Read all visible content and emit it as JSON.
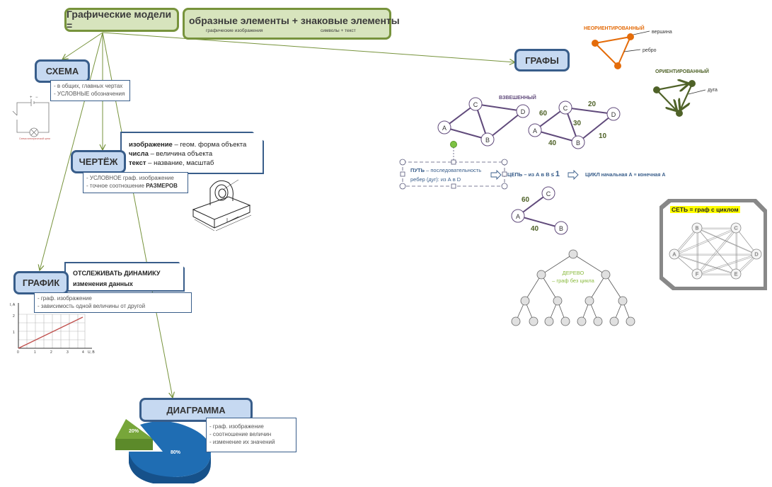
{
  "header": {
    "title": "Графические модели =",
    "formula": "образные элементы + знаковые элементы",
    "formula_sub_left": "графические изображения",
    "formula_sub_right": "символы + текст"
  },
  "nodes": {
    "schema": {
      "title": "СХЕМА",
      "notes": [
        "- в общих, главных чертах",
        "- УСЛОВНЫЕ обозначения"
      ],
      "image_caption": "Схема электрической цепи"
    },
    "drawing": {
      "title": "ЧЕРТЁЖ",
      "callout": [
        {
          "bold": "изображение",
          "rest": " – геом. форма объекта"
        },
        {
          "bold": "числа",
          "rest": " – величина объекта"
        },
        {
          "bold": "текст",
          "rest": " – название, масштаб"
        }
      ],
      "notes": [
        "- УСЛОВНОЕ граф. изображение",
        "- точное соотношение "
      ],
      "notes_bold": "РАЗМЕРОВ"
    },
    "graph_plot": {
      "title": "ГРАФИК",
      "callout": [
        "ОТСЛЕЖИВАТЬ ДИНАМИКУ",
        "изменения данных"
      ],
      "notes": [
        "- граф. изображение",
        "- зависимость одной величины от другой"
      ],
      "axis_y": "I, A",
      "axis_x": "U, B",
      "x_ticks": [
        "0",
        "1",
        "2",
        "3",
        "4"
      ],
      "y_ticks": [
        "1",
        "2"
      ]
    },
    "chart": {
      "title": "ДИАГРАММА",
      "notes": [
        "- граф. изображение",
        "- соотношение величин",
        "- изменение их значений"
      ],
      "slices": [
        {
          "label": "20%",
          "value": 20,
          "color": "#77a63a"
        },
        {
          "label": "80%",
          "value": 80,
          "color": "#1f6db3"
        }
      ]
    },
    "graphs": {
      "title": "ГРАФЫ",
      "undirected_label": "НЕОРИЕНТИРОВАННЫЙ",
      "vertex_label": "вершина",
      "edge_label": "ребро",
      "directed_label": "ОРИЕНТИРОВАННЫЙ",
      "arc_label": "дуга",
      "weighted_label": "ВЗВЕШЕННЫЙ",
      "graph1_nodes": [
        "A",
        "B",
        "C",
        "D"
      ],
      "graph2_nodes": [
        "A",
        "B",
        "C",
        "D"
      ],
      "graph2_weights": {
        "AC": "60",
        "AB": "40",
        "CB": "30",
        "CD": "20",
        "BD": "10"
      },
      "path_bold": "ПУТЬ",
      "path_rest": " – последовательность",
      "path_line2": "ребер (дуг): из А в D",
      "chain_text": "ЦЕПЬ – из А в В ≤ ",
      "chain_num": "1",
      "cycle_bold": "ЦИКЛ",
      "cycle_rest": "  начальная А ≡ конечная А",
      "small_tree_nodes": [
        "A",
        "C",
        "B"
      ],
      "small_tree_weights": {
        "AC": "60",
        "AB": "40"
      },
      "tree_label1": "ДЕРЕВО",
      "tree_label2": "– граф без цикла",
      "network_label": "СЕТЬ = граф с циклом",
      "network_nodes": [
        "A",
        "B",
        "C",
        "D",
        "E",
        "F"
      ]
    }
  },
  "colors": {
    "green_border": "#77933c",
    "green_fill": "#d7e4bd",
    "blue_border": "#385d8a",
    "blue_fill": "#c6d9f1",
    "purple_edge": "#604a7b",
    "orange": "#e46c0a",
    "dark_green": "#4f6228",
    "weight_green": "#4f6228",
    "highlight": "#ffff00"
  }
}
